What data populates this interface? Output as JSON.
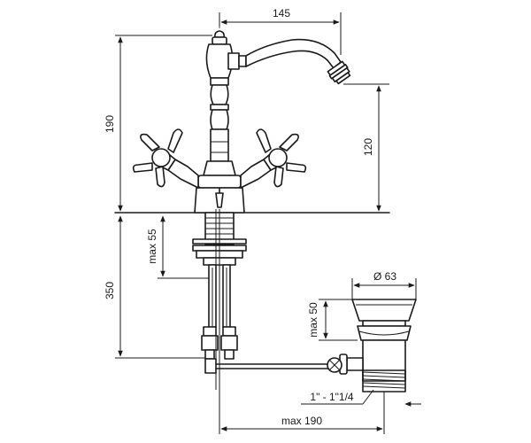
{
  "dimensions": {
    "spout_reach": "145",
    "tap_height": "190",
    "spout_height": "120",
    "max_thickness": "max 55",
    "hose_length": "350",
    "waste_diameter": "Ø 63",
    "waste_max_height": "max 50",
    "thread_size": "1\" - 1\"1/4",
    "max_reach": "max 190"
  }
}
